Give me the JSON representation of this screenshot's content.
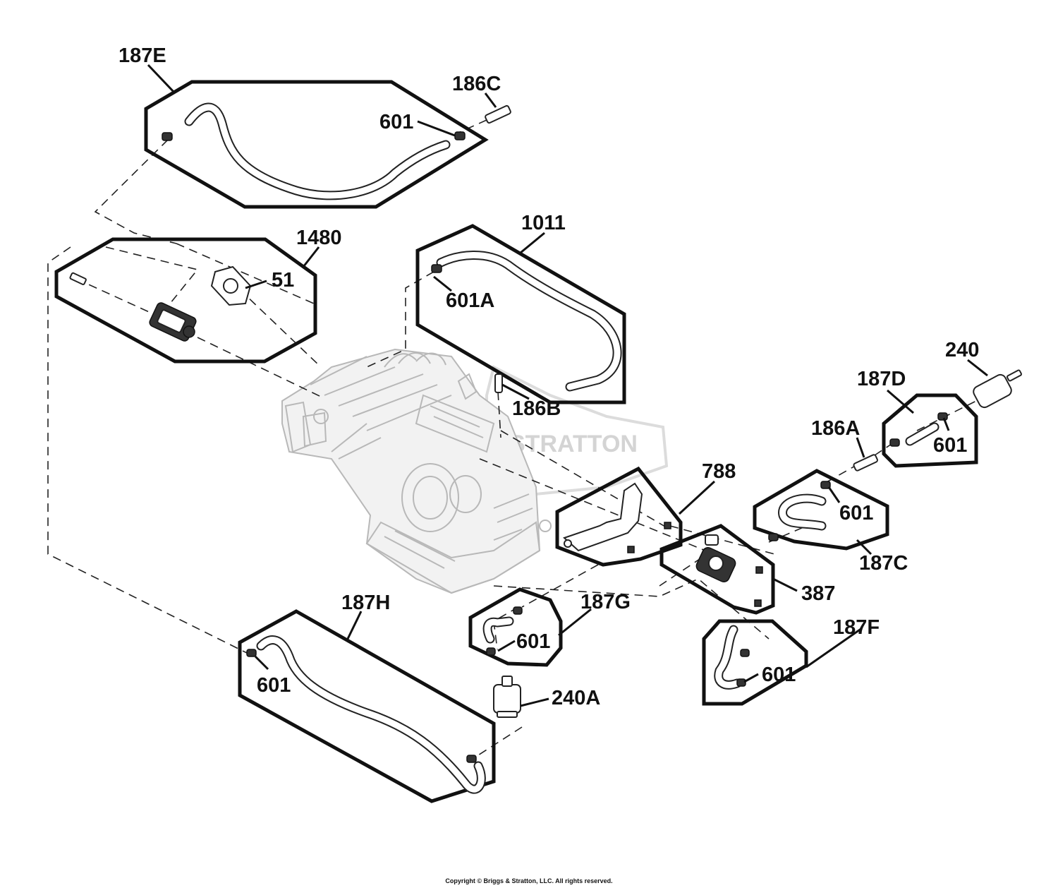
{
  "callouts": {
    "c187E": "187E",
    "c186C": "186C",
    "c601_top": "601",
    "c1480": "1480",
    "c51": "51",
    "c1011": "1011",
    "c601A": "601A",
    "c186B": "186B",
    "c240": "240",
    "c187D": "187D",
    "c186A": "186A",
    "c601_d": "601",
    "c788": "788",
    "c601_c": "601",
    "c187C": "187C",
    "c387": "387",
    "c187G": "187G",
    "c601_g": "601",
    "c187H": "187H",
    "c601_h": "601",
    "c240A": "240A",
    "c187F": "187F",
    "c601_f": "601"
  },
  "watermark": "STRATTON",
  "copyright": "Copyright © Briggs & Stratton, LLC. All rights reserved.",
  "icons": [
    "fuel-hose",
    "hose-clamp",
    "fuel-pump",
    "gasket",
    "fuel-filter",
    "mounting-bracket",
    "engine-block",
    "fitting"
  ]
}
